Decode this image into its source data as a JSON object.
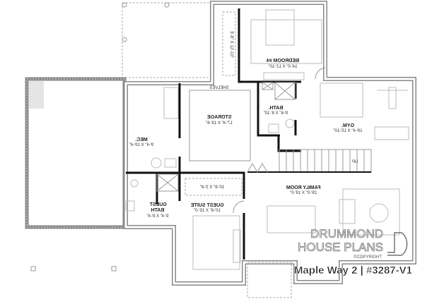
{
  "rooms": {
    "bedroom4": {
      "name": "BEDROOM #4",
      "size": "14'-0\" X 12'-10\""
    },
    "closet_bedroom": {
      "size": "3'-8\" X 12'-10\""
    },
    "bath": {
      "name": "BATH.",
      "size": "9'-6\" X 8'-10\""
    },
    "storage": {
      "name": "STORAGE",
      "size": "17'-4\" X 19'-6\""
    },
    "shelves": {
      "name": "SHELVES"
    },
    "mec": {
      "name": "MEC.",
      "size": "9'-4\" X 19'-4\""
    },
    "gym": {
      "name": "GYM.",
      "size": "19'-4\" X 15'-10\""
    },
    "family_room": {
      "name": "FAMILY ROOM",
      "size": "29'-0\" X 19'-0\""
    },
    "guest_suite": {
      "name": "GUEST SUITE",
      "size": "10'-8\" X 15'-0\""
    },
    "closet_guest": {
      "size": "10'-8\" X 3'-8\""
    },
    "guest_bath": {
      "name_line1": "GUEST",
      "name_line2": "BATH",
      "size": "9'-4\" X 8'-4\""
    },
    "stairs": {
      "label": "UP"
    }
  },
  "watermark": {
    "line1": "DRUMMOND",
    "line2": "HOUSE PLANS",
    "copyright": "©COPYRIGHT"
  },
  "caption": "Maple Way 2 | #3287-V1"
}
